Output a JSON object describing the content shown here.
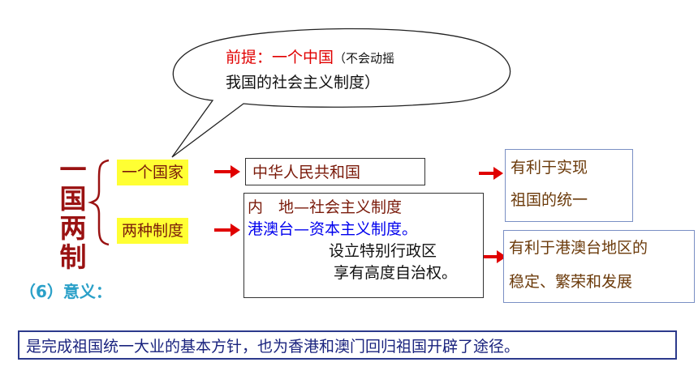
{
  "bubble": {
    "premise_label": "前提：一个中国",
    "premise_paren": "（不会动摇",
    "premise_line2": "我国的社会主义制度）"
  },
  "title_chars": [
    "一",
    "国",
    "两",
    "制"
  ],
  "one_country": {
    "label": "一个国家",
    "result": "中华人民共和国",
    "benefit_line1": "有利于实现",
    "benefit_line2": "祖国的统一"
  },
  "two_systems": {
    "label": "两种制度",
    "line1": "内　地—社会主义制度",
    "line2": "港澳台—资本主义制度。",
    "line3": "设立特别行政区",
    "line4": "享有高度自治权。",
    "benefit_line1": "有利于港澳台地区的",
    "benefit_line2": "稳定、繁荣和发展"
  },
  "meaning_heading": "（6）意义：",
  "summary": "是完成祖国统一大业的基本方针，也为香港和澳门回归祖国开辟了途径。",
  "colors": {
    "red": "#e00000",
    "dark_red": "#9a1212",
    "blue": "#0000ee",
    "highlight": "#ffff33",
    "accent": "#2aa0c8",
    "navy": "#1a237e"
  }
}
